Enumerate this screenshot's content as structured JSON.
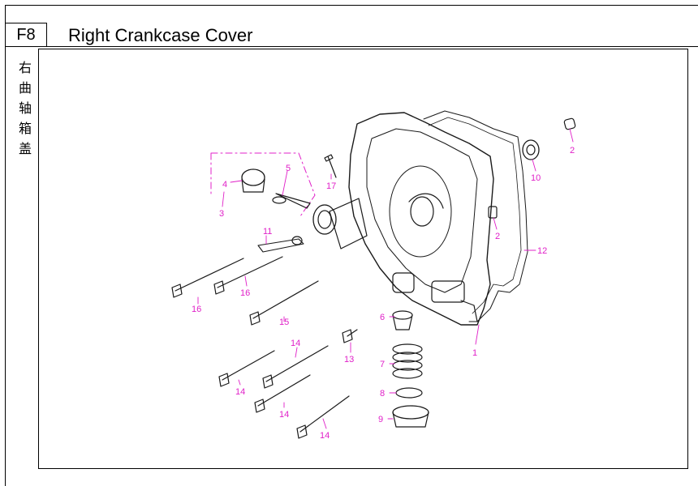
{
  "header": {
    "section_code": "F8",
    "title": "Right Crankcase Cover",
    "chinese_title": "右曲轴箱盖"
  },
  "callouts": [
    {
      "id": "callout-1",
      "label": "1"
    },
    {
      "id": "callout-2a",
      "label": "2"
    },
    {
      "id": "callout-2b",
      "label": "2"
    },
    {
      "id": "callout-3",
      "label": "3"
    },
    {
      "id": "callout-4",
      "label": "4"
    },
    {
      "id": "callout-5",
      "label": "5"
    },
    {
      "id": "callout-6",
      "label": "6"
    },
    {
      "id": "callout-7",
      "label": "7"
    },
    {
      "id": "callout-8",
      "label": "8"
    },
    {
      "id": "callout-9",
      "label": "9"
    },
    {
      "id": "callout-10",
      "label": "10"
    },
    {
      "id": "callout-11",
      "label": "11"
    },
    {
      "id": "callout-12",
      "label": "12"
    },
    {
      "id": "callout-13",
      "label": "13"
    },
    {
      "id": "callout-14a",
      "label": "14"
    },
    {
      "id": "callout-14b",
      "label": "14"
    },
    {
      "id": "callout-14c",
      "label": "14"
    },
    {
      "id": "callout-14d",
      "label": "14"
    },
    {
      "id": "callout-15",
      "label": "15"
    },
    {
      "id": "callout-16a",
      "label": "16"
    },
    {
      "id": "callout-16b",
      "label": "16"
    },
    {
      "id": "callout-17",
      "label": "17"
    }
  ],
  "colors": {
    "callout": "#e020c8",
    "line_art": "#1a1a1a"
  }
}
